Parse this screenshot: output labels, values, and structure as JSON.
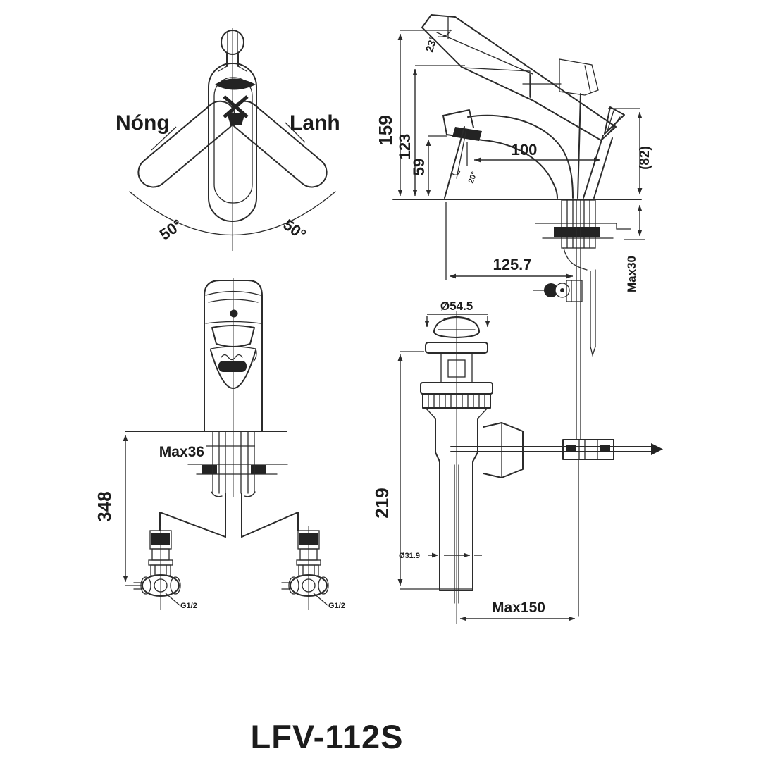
{
  "title": "LFV-112S",
  "top_view": {
    "hot_label": "Nóng",
    "cold_label": "Lanh",
    "left_swing_angle": "50°",
    "right_swing_angle": "50°"
  },
  "side_view": {
    "handle_tilt_angle": "23°",
    "total_height": "159",
    "body_height": "123",
    "spout_height": "59",
    "spout_reach": "100",
    "spout_rake_angle": "20°",
    "rod_knob_height": "(82)",
    "deck_thickness_max": "Max30",
    "front_to_rod_distance": "125.7"
  },
  "front_view": {
    "deck_thickness_max": "Max36",
    "height_below_deck": "348",
    "left_connector_thread": "G1/2",
    "right_connector_thread": "G1/2"
  },
  "drain_view": {
    "flange_diameter": "Ø54.5",
    "drain_body_height": "219",
    "tail_pipe_diameter": "Ø31.9",
    "rod_reach_max": "Max150"
  },
  "colors": {
    "line": "#2b2b2b",
    "background": "#ffffff"
  }
}
